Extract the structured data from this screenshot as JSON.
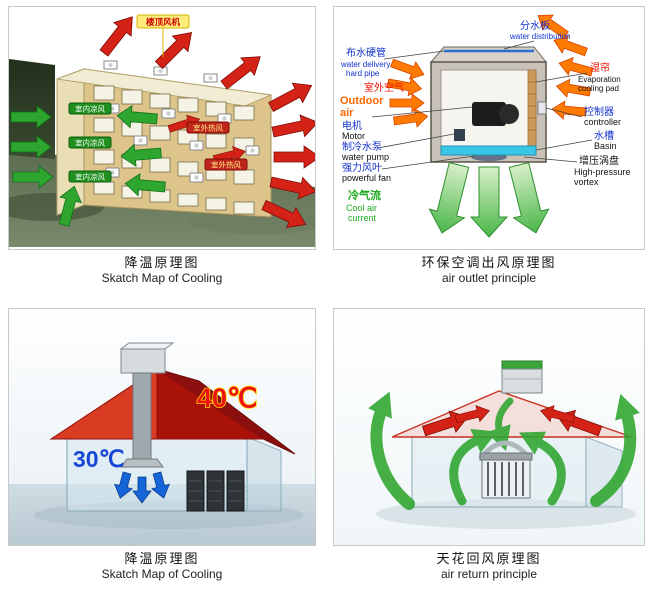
{
  "colors": {
    "red_arrow": "#d42316",
    "green_arrow": "#2ea52e",
    "orange_arrow": "#ff7a00",
    "blue_arrow": "#1565d8",
    "building_wall": "#dcc48b",
    "roof_red": "#c81818",
    "basin_cyan": "#39c7e8"
  },
  "panels": {
    "building": {
      "caption_zh": "降温原理图",
      "caption_en": "Skatch Map of Cooling",
      "chips": {
        "roof_fan": "楼顶风机",
        "indoor_cool_1": "室内凉风",
        "indoor_cool_2": "室内凉风",
        "indoor_cool_3": "室内凉风",
        "outdoor_hot_1": "室外热风",
        "outdoor_hot_2": "室外热风"
      }
    },
    "air_outlet": {
      "caption_zh": "环保空调出风原理图",
      "caption_en": "air outlet principle",
      "labels": {
        "water_pipe_zh": "布水硬管",
        "water_pipe_en1": "water delivery",
        "water_pipe_en2": "hard pipe",
        "outdoor_air_zh": "室外空气",
        "outdoor_air_en1": "Outdoor",
        "outdoor_air_en2": "air",
        "motor_zh": "电机",
        "motor_en": "Motor",
        "pump_zh": "制冷水泵",
        "pump_en": "water pump",
        "fan_zh": "强力风叶",
        "fan_en": "powerful fan",
        "cool_zh": "冷气流",
        "cool_en1": "Cool air",
        "cool_en2": "current",
        "dist_zh": "分水板",
        "dist_en": "water distribution",
        "pad_zh": "湿帘",
        "pad_en1": "Evaporation",
        "pad_en2": "cooling pad",
        "controller_zh": "控制器",
        "controller_en": "controller",
        "basin_zh": "水槽",
        "basin_en": "Basin",
        "vortex_zh": "增压涡盘",
        "vortex_en1": "High-pressure",
        "vortex_en2": "vortex"
      }
    },
    "cooling_house": {
      "caption_zh": "降温原理图",
      "caption_en": "Skatch Map of Cooling",
      "outdoor_temp": "40℃",
      "indoor_temp": "30℃"
    },
    "air_return": {
      "caption_zh": "天花回风原理图",
      "caption_en": "air return principle"
    }
  }
}
